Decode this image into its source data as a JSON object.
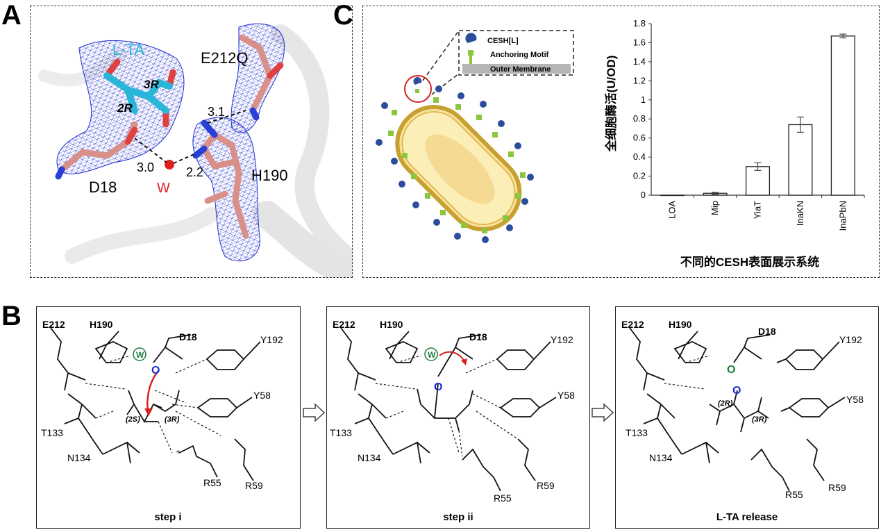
{
  "panels": {
    "a": {
      "letter": "A",
      "labels": {
        "ligand": "L-TA",
        "r3": "3R",
        "r2": "2R",
        "e212q": "E212Q",
        "d18": "D18",
        "water": "W",
        "h190": "H190",
        "dist1": "3.1",
        "dist2": "3.0",
        "dist3": "2.2"
      },
      "colors": {
        "ligand": "#29b6d8",
        "water": "#e02020",
        "mesh": "#1f2fd0",
        "stick": "#d9908a"
      }
    },
    "b": {
      "letter": "B",
      "steps": [
        {
          "caption": "step i",
          "residues": {
            "e212": "E212",
            "h190": "H190",
            "d18": "D18",
            "y192": "Y192",
            "y58": "Y58",
            "t133": "T133",
            "n134": "N134",
            "r55": "R55",
            "r59": "R59"
          },
          "atoms": {
            "w": "W",
            "o": "O",
            "s2": "(2S)",
            "r3": "(3R)",
            "plus": "+"
          }
        },
        {
          "caption": "step ii",
          "residues": {
            "e212": "E212",
            "h190": "H190",
            "d18": "D18",
            "y192": "Y192",
            "y58": "Y58",
            "t133": "T133",
            "n134": "N134",
            "r55": "R55",
            "r59": "R59"
          },
          "atoms": {
            "w": "W",
            "o": "O"
          }
        },
        {
          "caption": "L-TA release",
          "residues": {
            "e212": "E212",
            "h190": "H190",
            "d18": "D18",
            "y192": "Y192",
            "y58": "Y58",
            "t133": "T133",
            "n134": "N134",
            "r55": "R55",
            "r59": "R59"
          },
          "atoms": {
            "o_green": "O",
            "o_blue": "O",
            "r2": "(2R)",
            "r3": "(3R)"
          }
        }
      ]
    },
    "c": {
      "letter": "C",
      "legend": {
        "enzyme": "CESH[L]",
        "motif": "Anchoring Motif",
        "membrane": "Outer Membrane"
      }
    }
  },
  "chart_data": {
    "type": "bar",
    "categories": [
      "LOA",
      "Mip",
      "YiaT",
      "InaKN",
      "InaPbN"
    ],
    "values": [
      0.0,
      0.02,
      0.3,
      0.74,
      1.67
    ],
    "errors": [
      0.0,
      0.01,
      0.04,
      0.08,
      0.02
    ],
    "ylabel": "全细胞酶活(U/OD)",
    "xlabel": "不同的CESH表面展示系统",
    "ylim": [
      0,
      1.8
    ],
    "yticks": [
      "0",
      "0.2",
      "0.4",
      "0.6",
      "0.8",
      "1",
      "1.2",
      "1.4",
      "1.6",
      "1.8"
    ],
    "grid": false
  }
}
